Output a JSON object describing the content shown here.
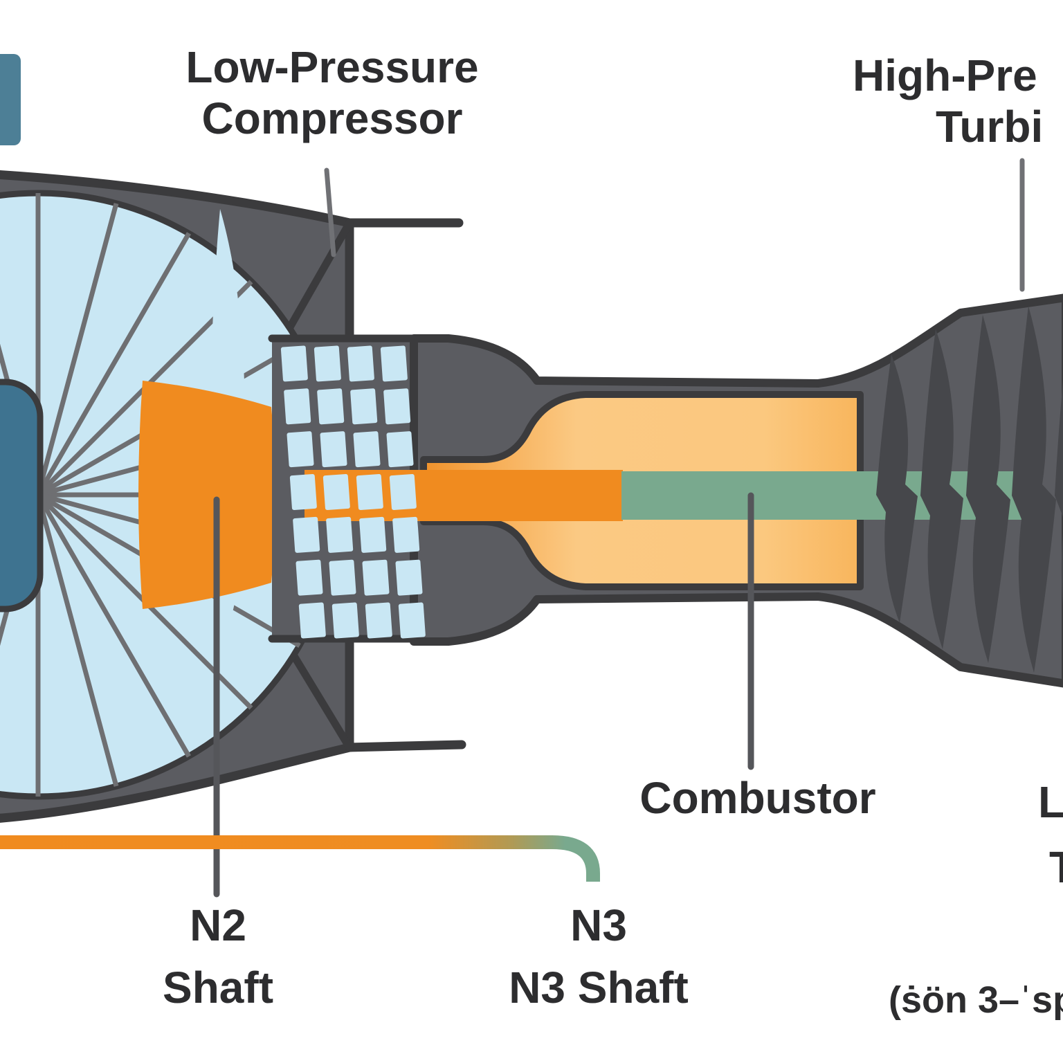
{
  "legend": {
    "swatch_color": "#4d7f96"
  },
  "labels": {
    "low_pressure_compressor": {
      "line1": "Low-Pressure",
      "line2": "Compressor"
    },
    "high_pressure_turbine": {
      "line1": "High-Pre",
      "line2": "Turbi"
    },
    "combustor": "Combustor",
    "low_pressure_turbine": {
      "line1": "L",
      "line2": "T"
    },
    "n2_shaft": {
      "line1": "N2",
      "line2": "Shaft"
    },
    "n3_shaft": {
      "line1": "N3",
      "line2": "N3 Shaft"
    },
    "pronunciation": "(ṡön 3–ˈsp"
  },
  "colors": {
    "casing_gray": "#5b5c61",
    "outline_dark": "#3b3b3d",
    "fan_blue": "#c9e7f4",
    "hub_teal": "#3e7390",
    "spinner_orange": "#f08b1f",
    "combustor_light": "#fbc983",
    "shaft_green": "#79a98e",
    "turbine_blade_dark": "#46474b",
    "spoke_gray": "#6e6f72",
    "leader_gray": "#707175",
    "text_dark": "#2d2d2f"
  }
}
